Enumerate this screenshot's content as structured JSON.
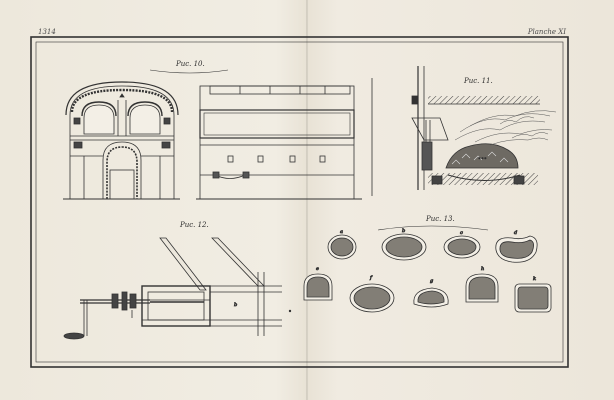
{
  "header": {
    "page_number": "1314",
    "plate_label": "Planche XI"
  },
  "figures": {
    "fig10": {
      "label": "Рис. 10."
    },
    "fig11": {
      "label": "Рис. 11."
    },
    "fig12": {
      "label": "Рис. 12."
    },
    "fig13": {
      "label": "Рис. 13.",
      "items": [
        "a",
        "b",
        "c",
        "d",
        "e",
        "f",
        "g",
        "h",
        "k"
      ]
    }
  },
  "colors": {
    "paper": "#efeadf",
    "ink": "#2b2b2b",
    "frame": "#333333"
  }
}
